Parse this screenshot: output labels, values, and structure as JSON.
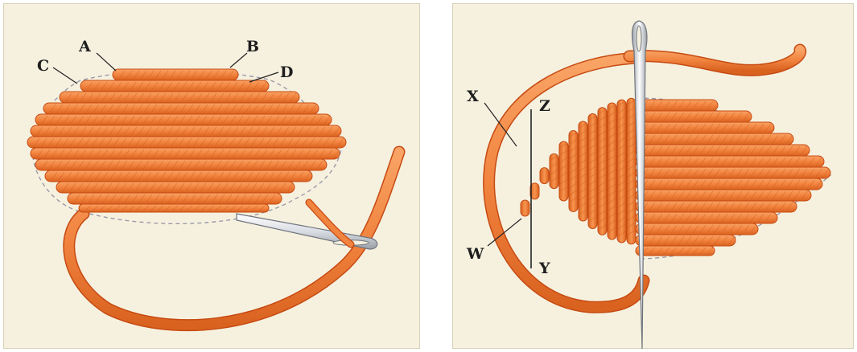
{
  "colors": {
    "thread": "#f1843f",
    "thread_dark": "#c64a12",
    "paper": "#f6f1df",
    "needle": "#d9dde3"
  },
  "left_panel": {
    "labels": {
      "a": "A",
      "b": "B",
      "c": "C",
      "d": "D"
    }
  },
  "right_panel": {
    "labels": {
      "x": "X",
      "z": "Z",
      "w": "W",
      "y": "Y"
    }
  }
}
